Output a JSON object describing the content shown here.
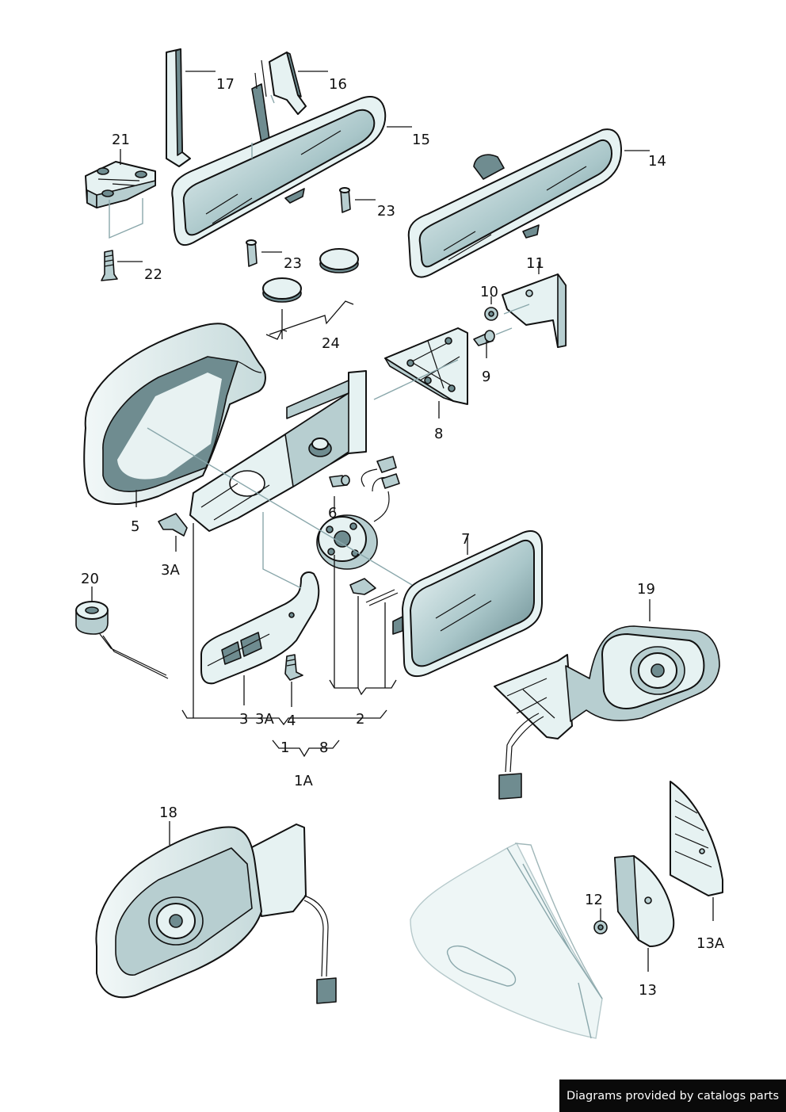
{
  "labels": {
    "p1": "1",
    "p1A": "1A",
    "p2": "2",
    "p3": "3",
    "p3A_left": "3A",
    "p3A_bottom": "3A",
    "p4": "4",
    "p5": "5",
    "p6": "6",
    "p7": "7",
    "p8_top": "8",
    "p8_bottom": "8",
    "p9": "9",
    "p10": "10",
    "p11": "11",
    "p12": "12",
    "p13": "13",
    "p13A": "13A",
    "p14": "14",
    "p15": "15",
    "p16": "16",
    "p17": "17",
    "p18": "18",
    "p19": "19",
    "p20": "20",
    "p21": "21",
    "p22": "22",
    "p23_left": "23",
    "p23_right": "23",
    "p24": "24"
  },
  "footer": {
    "credit": "Diagrams provided by catalogs parts"
  }
}
